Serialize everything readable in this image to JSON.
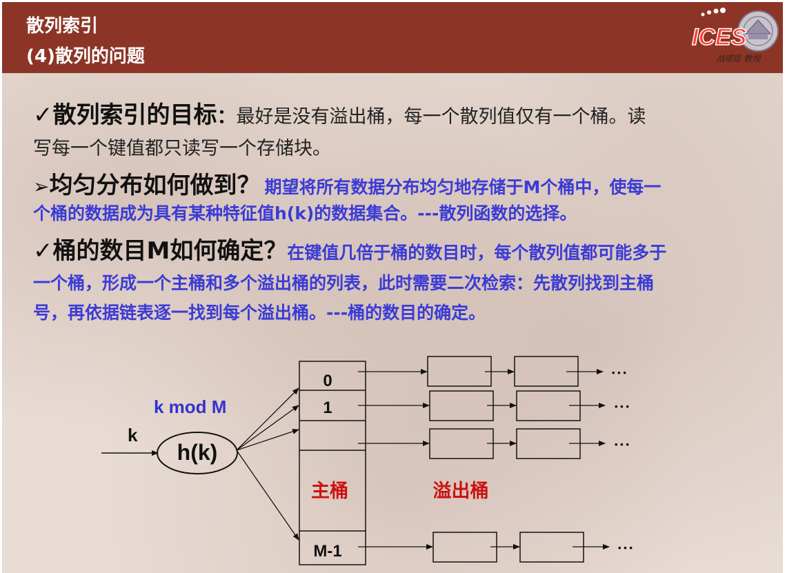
{
  "header": {
    "section_title": "散列索引",
    "slide_title": "(4)散列的问题",
    "logo_text": "ICES",
    "logo_caption": "战德臣 教授"
  },
  "content": {
    "p1": {
      "marker": "✓",
      "heading": "散列索引的目标",
      "colon": "：",
      "text_line1": "最好是没有溢出桶，每一个散列值仅有一个桶。读",
      "text_line2": "写每一个键值都只读写一个存储块。"
    },
    "p2": {
      "marker": "➢",
      "heading": "均匀分布如何做到？",
      "text_line1": "期望将所有数据分布均匀地存储于M个桶中，使每一",
      "text_line2": "个桶的数据成为具有某种特征值h(k)的数据集合。---散列函数的选择。"
    },
    "p3": {
      "marker": "✓",
      "heading": "桶的数目M如何确定？",
      "text_line1": "在键值几倍于桶的数目时，每个散列值都可能多于",
      "text_line2": "一个桶，形成一个主桶和多个溢出桶的列表，此时需要二次检索：先散列找到主桶",
      "text_line3": "号，再依据链表逐一找到每个溢出桶。---桶的数目的确定。"
    }
  },
  "diagram": {
    "mod_label": "k mod M",
    "input_label": "k",
    "hash_label": "h(k)",
    "bucket_labels": [
      "0",
      "1",
      "",
      "",
      "M-1"
    ],
    "primary_label": "主桶",
    "overflow_label": "溢出桶",
    "ellipsis": "• • •",
    "colors": {
      "mod_label": "#3333cc",
      "bucket_caption": "#cc1111"
    }
  }
}
